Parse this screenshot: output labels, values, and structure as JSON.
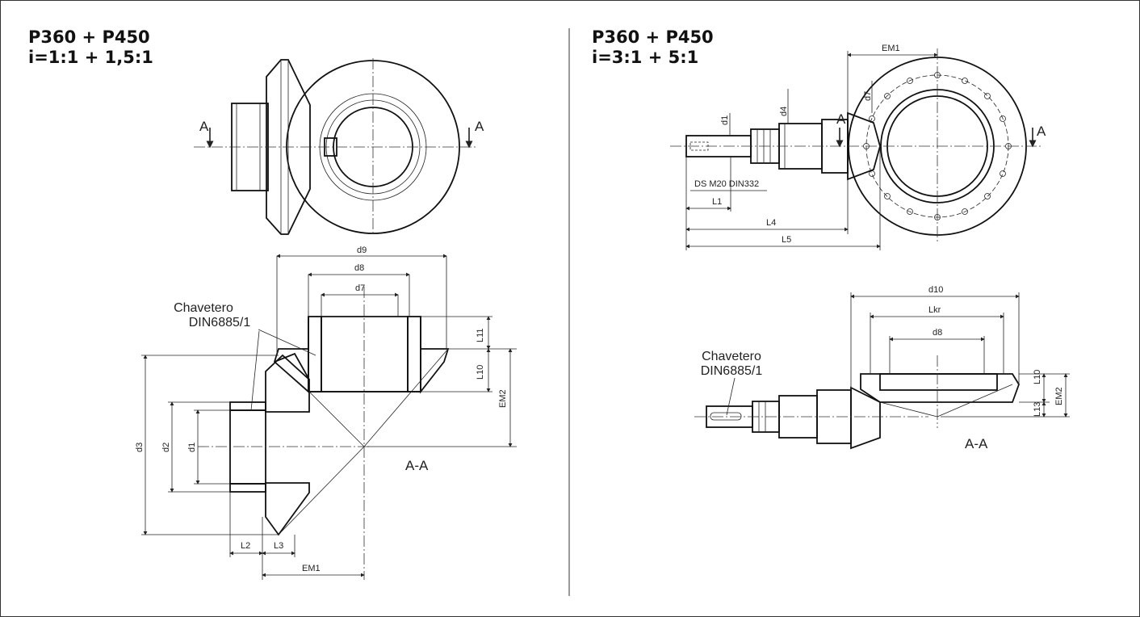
{
  "left": {
    "title_line1": "P360 + P450",
    "title_line2": "i=1:1 + 1,5:1",
    "section_marker": "A",
    "section_view_label": "A-A",
    "keyway_note_line1": "Chavetero",
    "keyway_note_line2": "DIN6885/1",
    "dimensions": {
      "d9": "d9",
      "d8": "d8",
      "d7": "d7",
      "L11": "L11",
      "L10": "L10",
      "EM2": "EM2",
      "d3": "d3",
      "d2": "d2",
      "d1": "d1",
      "L2": "L2",
      "L3": "L3",
      "EM1": "EM1"
    }
  },
  "right": {
    "title_line1": "P360 + P450",
    "title_line2": "i=3:1 + 5:1",
    "section_marker": "A",
    "section_view_label": "A-A",
    "keyway_note_line1": "Chavetero",
    "keyway_note_line2": "DIN6885/1",
    "thread_note": "DS M20 DIN332",
    "dimensions": {
      "EM1": "EM1",
      "d7": "d7",
      "d1": "d1",
      "d4": "d4",
      "L1": "L1",
      "L4": "L4",
      "L5": "L5",
      "d10": "d10",
      "Lkr": "Lkr",
      "d8": "d8",
      "L10": "L10",
      "L13": "L13",
      "EM2": "EM2"
    }
  }
}
